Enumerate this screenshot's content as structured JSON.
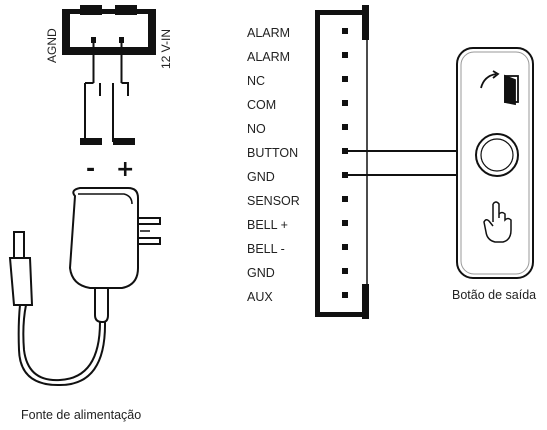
{
  "power_connector": {
    "left_label": "AGND",
    "right_label": "12 V-IN",
    "minus_label": "-",
    "plus_label": "+"
  },
  "power_supply": {
    "caption": "Fonte de alimentação"
  },
  "terminal_block": {
    "pins": [
      "ALARM",
      "ALARM",
      "NC",
      "COM",
      "NO",
      "BUTTON",
      "GND",
      "SENSOR",
      "BELL +",
      "BELL -",
      "GND",
      "AUX"
    ]
  },
  "exit_button": {
    "caption": "Botão de saída"
  },
  "icons": [
    "door-exit-icon",
    "push-button-icon",
    "hand-press-icon",
    "power-adapter-icon"
  ]
}
